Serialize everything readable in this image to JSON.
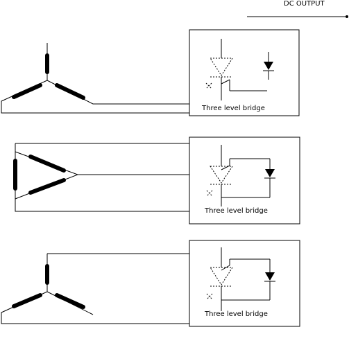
{
  "header": {
    "output_label": "DC OUTPUT"
  },
  "bridges": [
    {
      "label": "Three level bridge"
    },
    {
      "label": "Three level bridge"
    },
    {
      "label": "Three level bridge"
    }
  ]
}
